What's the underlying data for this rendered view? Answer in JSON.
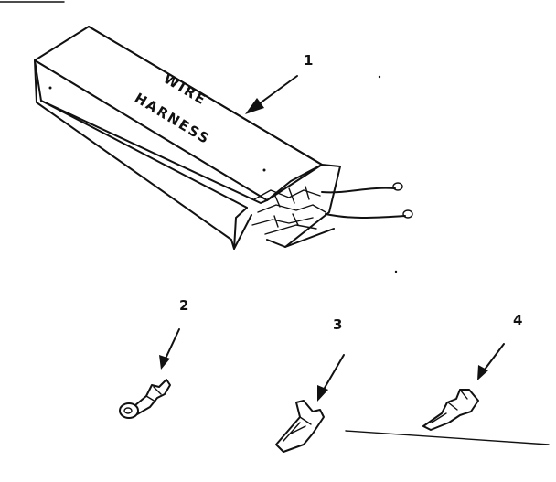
{
  "box_label_line1": "WIRE",
  "box_label_line2": "HARNESS",
  "parts": [
    {
      "callout": "1",
      "name": "Wire harness"
    },
    {
      "callout": "2",
      "name": "Ring terminal"
    },
    {
      "callout": "3",
      "name": "Spade terminal"
    },
    {
      "callout": "4",
      "name": "Spade terminal"
    }
  ]
}
